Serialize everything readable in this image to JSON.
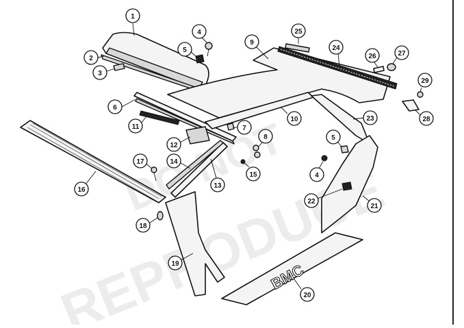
{
  "watermark": {
    "line1": "DO NOT",
    "line2": "REPRODUCE"
  },
  "callouts": [
    "1",
    "2",
    "3",
    "4",
    "5",
    "6",
    "7",
    "8",
    "9",
    "10",
    "11",
    "12",
    "13",
    "14",
    "15",
    "16",
    "17",
    "18",
    "19",
    "20",
    "21",
    "22",
    "23",
    "24",
    "25",
    "26",
    "27",
    "28",
    "29",
    "4",
    "5"
  ],
  "badge_text": "BMC"
}
